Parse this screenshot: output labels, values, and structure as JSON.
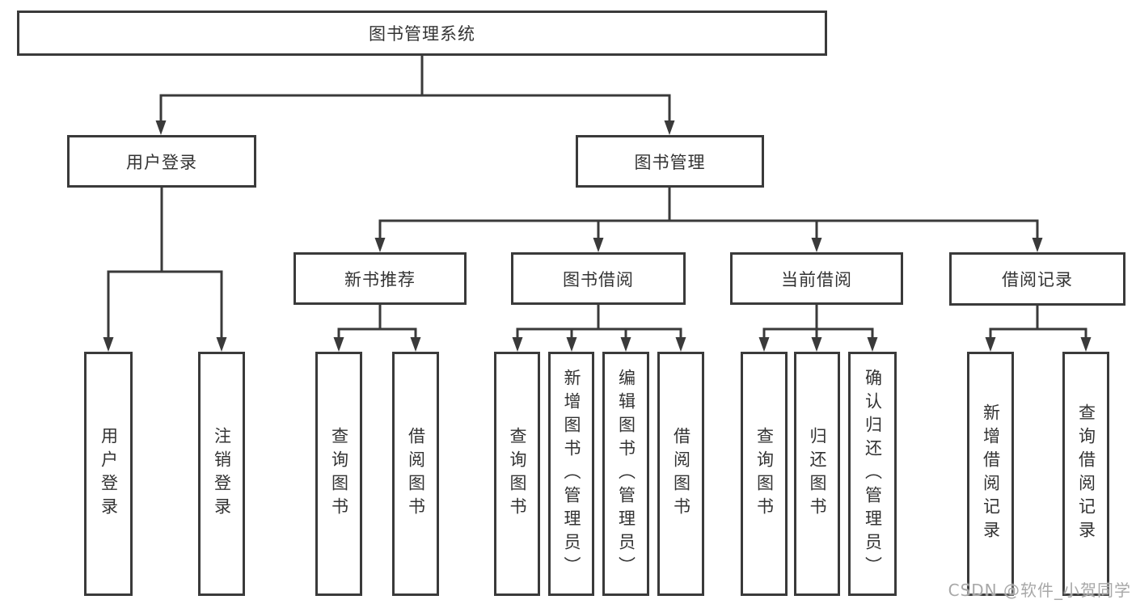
{
  "diagram": {
    "root": {
      "label": "图书管理系统"
    },
    "branches": [
      {
        "label": "用户登录",
        "children": [
          {
            "label": "用户登录"
          },
          {
            "label": "注销登录"
          }
        ]
      },
      {
        "label": "图书管理",
        "children": [
          {
            "label": "新书推荐",
            "children": [
              {
                "label": "查询图书"
              },
              {
                "label": "借阅图书"
              }
            ]
          },
          {
            "label": "图书借阅",
            "children": [
              {
                "label": "查询图书"
              },
              {
                "label": "新增图书（管理员）"
              },
              {
                "label": "编辑图书（管理员）"
              },
              {
                "label": "借阅图书"
              }
            ]
          },
          {
            "label": "当前借阅",
            "children": [
              {
                "label": "查询图书"
              },
              {
                "label": "归还图书"
              },
              {
                "label": "确认归还（管理员）"
              }
            ]
          },
          {
            "label": "借阅记录",
            "children": [
              {
                "label": "新增借阅记录"
              },
              {
                "label": "查询借阅记录"
              }
            ]
          }
        ]
      }
    ]
  },
  "watermark": {
    "text": "CSDN @软件_小贺同学"
  },
  "colors": {
    "line": "#3a3a3a",
    "text": "#333333",
    "box_background": "#ffffff",
    "watermark": "#a8a8a8",
    "page_background": "#ffffff"
  }
}
